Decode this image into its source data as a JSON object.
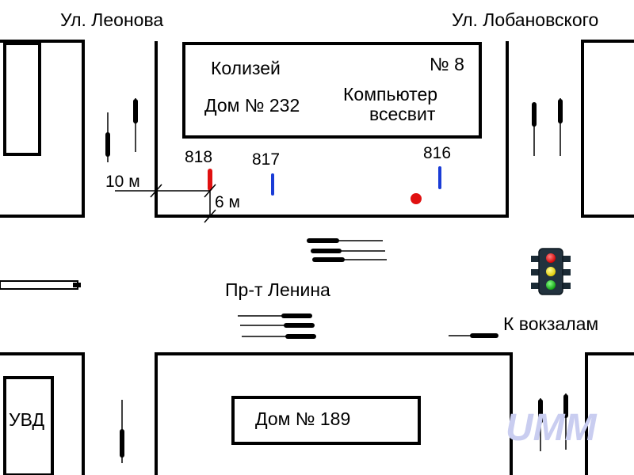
{
  "streets": {
    "leonova": "Ул. Леонова",
    "lobanovskogo": "Ул. Лобановского",
    "lenina": "Пр-т Ленина",
    "to_station": "К вокзалам"
  },
  "buildings": {
    "coliseum": "Колизей",
    "house_232": "Дом № 232",
    "number_8": "№ 8",
    "computer_line1": "Компьютер",
    "computer_line2": "всесвит",
    "uvd": "УВД",
    "house_189": "Дом № 189"
  },
  "markers": {
    "m818": "818",
    "m817": "817",
    "m816": "816"
  },
  "distances": {
    "ten_m": "10 м",
    "six_m": "6 м"
  },
  "watermark": "UMM",
  "colors": {
    "stroke": "#000000",
    "marker_red": "#e01010",
    "marker_blue": "#1a3cd6",
    "traffic_red": "#e01010",
    "traffic_yellow": "#f2e200",
    "traffic_green": "#19b319",
    "watermark": "#c9cdf0"
  },
  "icons": {
    "traffic_light": "traffic-light-icon",
    "incident_point": "red-dot-icon"
  }
}
